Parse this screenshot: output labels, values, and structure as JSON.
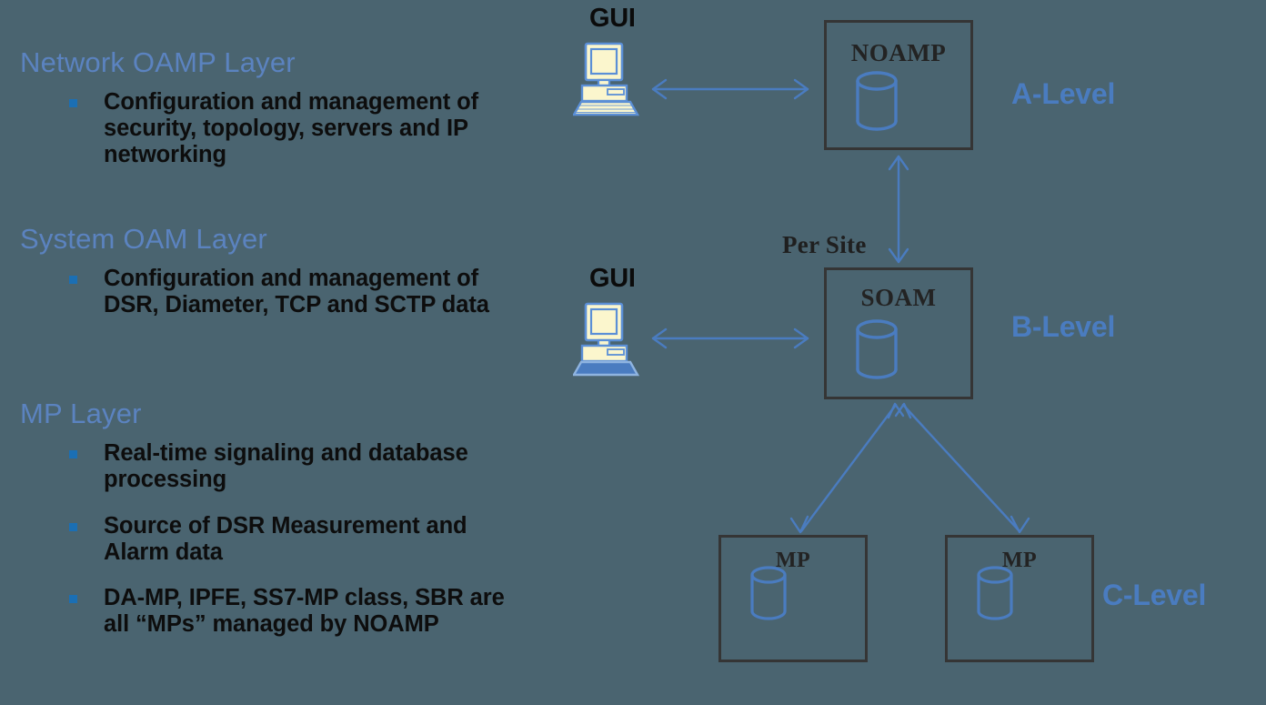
{
  "slide": {
    "background_color": "#4a6470",
    "accent_blue": "#4a7cc0",
    "heading_blue": "#5b83c0",
    "bullet_marker_color": "#1b6fb4",
    "box_border_color": "#353535",
    "cylinder_color": "#4a7cc0",
    "gui_screen_color": "#fbf6cd"
  },
  "layers": [
    {
      "heading": "Network OAMP Layer",
      "bullets": [
        "Configuration and management of security, topology, servers and IP networking"
      ]
    },
    {
      "heading": "System OAM Layer",
      "bullets": [
        "Configuration and management of DSR, Diameter, TCP and SCTP data"
      ]
    },
    {
      "heading": "MP Layer",
      "bullets": [
        "Real-time signaling and database processing",
        "Source of DSR Measurement and Alarm data",
        "DA-MP, IPFE, SS7-MP class, SBR are all “MPs” managed by NOAMP"
      ]
    }
  ],
  "diagram": {
    "nodes": [
      {
        "id": "noamp",
        "label": "NOAMP",
        "has_database": true
      },
      {
        "id": "soam",
        "label": "SOAM",
        "has_database": true
      },
      {
        "id": "mp1",
        "label": "MP",
        "has_database": true
      },
      {
        "id": "mp2",
        "label": "MP",
        "has_database": true
      }
    ],
    "gui_clients": [
      {
        "label": "GUI",
        "connects_to": "NOAMP",
        "keyboard_style": "outlined"
      },
      {
        "label": "GUI",
        "connects_to": "SOAM",
        "keyboard_style": "filled"
      }
    ],
    "level_labels": [
      {
        "text": "A-Level",
        "for_node": "NOAMP"
      },
      {
        "text": "B-Level",
        "for_node": "SOAM"
      },
      {
        "text": "C-Level",
        "for_node": "MP"
      }
    ],
    "annotations": [
      {
        "text": "Per Site",
        "near": "noamp-soam-link"
      }
    ],
    "connections": [
      {
        "from": "GUI",
        "to": "NOAMP",
        "style": "double-arrow"
      },
      {
        "from": "NOAMP",
        "to": "SOAM",
        "style": "double-arrow",
        "label": "Per Site"
      },
      {
        "from": "GUI",
        "to": "SOAM",
        "style": "double-arrow"
      },
      {
        "from": "SOAM",
        "to": "MP",
        "style": "double-arrow"
      },
      {
        "from": "SOAM",
        "to": "MP",
        "style": "double-arrow"
      }
    ]
  }
}
